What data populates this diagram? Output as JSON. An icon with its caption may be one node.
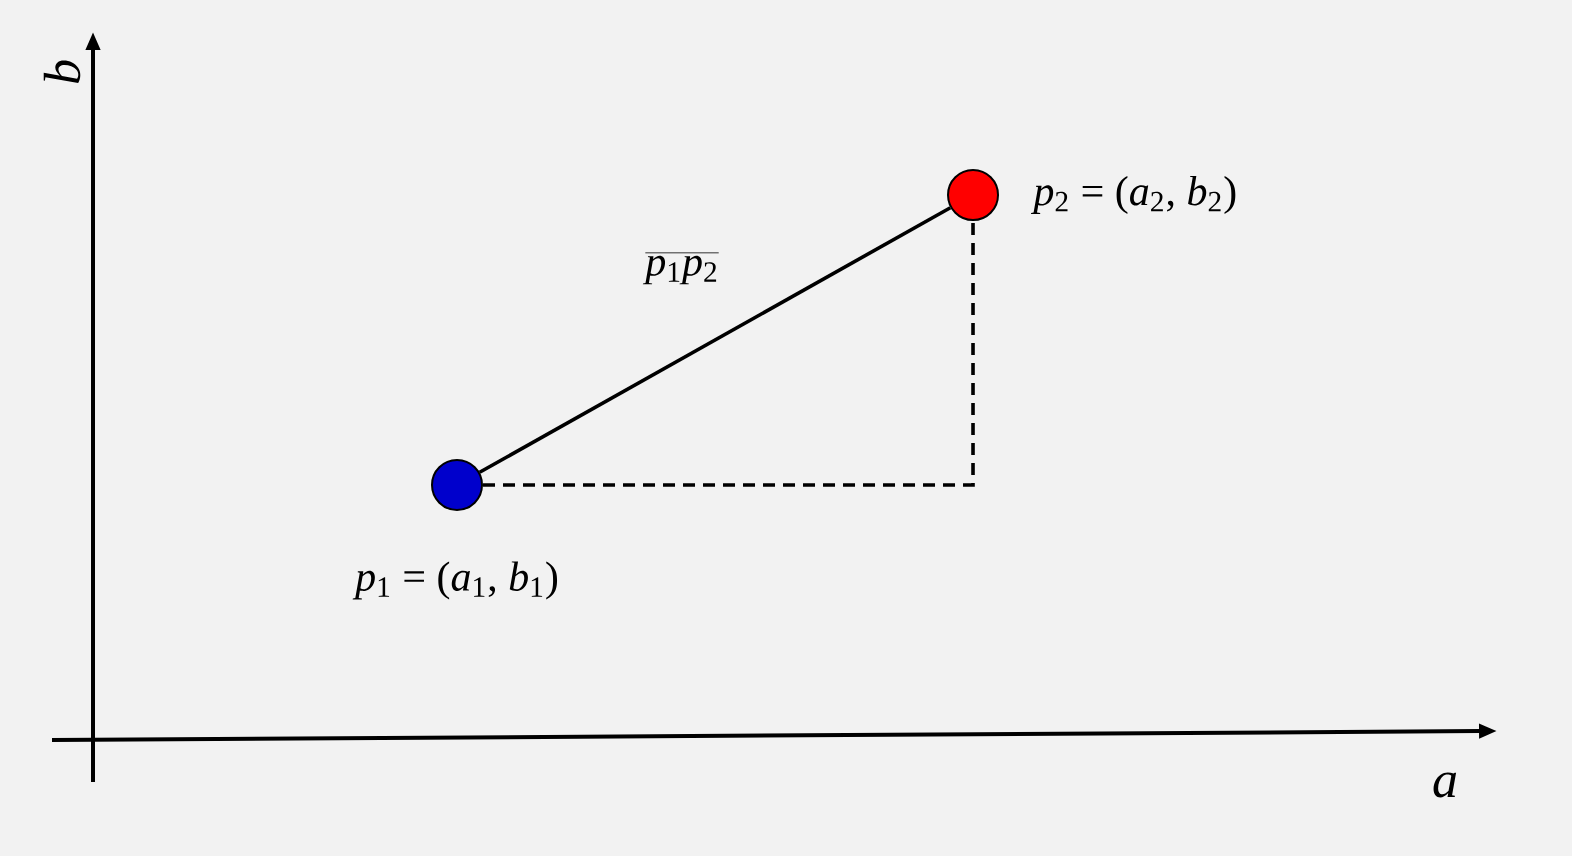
{
  "diagram": {
    "nodes": [
      {
        "text": [],
        "shape": "circle",
        "beside": [
          "*p*$_{1}$ = (*a*$_{1}$, *b*$_{1}$)"
        ]
      },
      {
        "text": [],
        "shape": "circle",
        "beside": [
          "*p*$_{2}$ = (*a*$_{2}$, *b*$_{2}$)"
        ]
      }
    ],
    "edges": [
      {
        "from": 0,
        "to": 1,
        "arrow": "none",
        "label": "*p*$_{1}$*p*$_{2}$"
      },
      {
        "from": 0,
        "to": 1,
        "arrow": "none",
        "style": "dashed"
      }
    ],
    "labels": [
      "*b*",
      "*a*"
    ]
  }
}
